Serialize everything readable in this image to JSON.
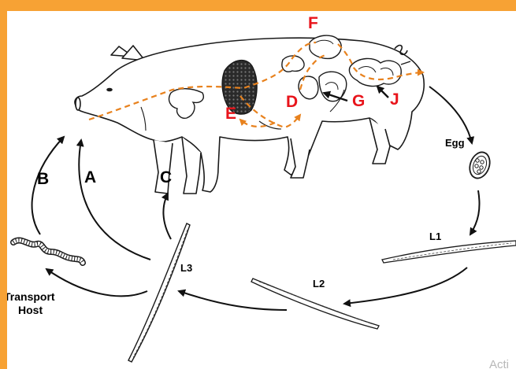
{
  "labels": {
    "F": "F",
    "E": "E",
    "D": "D",
    "G": "G",
    "J": "J",
    "A": "A",
    "B": "B",
    "C": "C",
    "egg": "Egg",
    "l1": "L1",
    "l2": "L2",
    "l3": "L3",
    "transport_line1": "Transport",
    "transport_line2": "Host"
  },
  "watermark": "Acti",
  "colors": {
    "frame": "#f7a234",
    "migration_path": "#e8821e",
    "red_labels": "#e8141b",
    "outline": "#1a1a1a"
  },
  "icons": {
    "pig": "pig-outline-icon",
    "egg": "egg-icon",
    "transport_host": "earthworm-icon"
  }
}
